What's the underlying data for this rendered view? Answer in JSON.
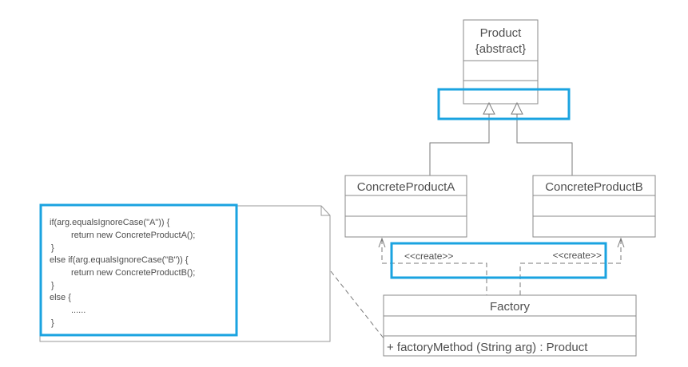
{
  "diagram": {
    "type": "UML class diagram - Simple Factory pattern",
    "classes": {
      "product": {
        "name": "Product",
        "stereotype": "{abstract}",
        "attributes": [],
        "operations": []
      },
      "concrete_a": {
        "name": "ConcreteProductA",
        "attributes": [],
        "operations": []
      },
      "concrete_b": {
        "name": "ConcreteProductB",
        "attributes": [],
        "operations": []
      },
      "factory": {
        "name": "Factory",
        "attributes": [],
        "operations": [
          "+  factoryMethod (String arg)  : Product"
        ]
      }
    },
    "relations": [
      {
        "type": "generalization",
        "from": "ConcreteProductA",
        "to": "Product"
      },
      {
        "type": "generalization",
        "from": "ConcreteProductB",
        "to": "Product"
      },
      {
        "type": "dependency",
        "from": "Factory",
        "to": "ConcreteProductA",
        "label": "<<create>>"
      },
      {
        "type": "dependency",
        "from": "Factory",
        "to": "ConcreteProductB",
        "label": "<<create>>"
      }
    ],
    "labels": {
      "create_a": "<<create>>",
      "create_b": "<<create>>"
    },
    "note": {
      "lines": [
        "if(arg.equalsIgnoreCase(\"A\")) {",
        "return new ConcreteProductA();",
        "}",
        "else if(arg.equalsIgnoreCase(\"B\")) {",
        "return new ConcreteProductB();",
        "}",
        "else {",
        "......",
        "}"
      ]
    },
    "highlight_color": "#1aa3e0",
    "line_color": "#7a7a7a"
  }
}
